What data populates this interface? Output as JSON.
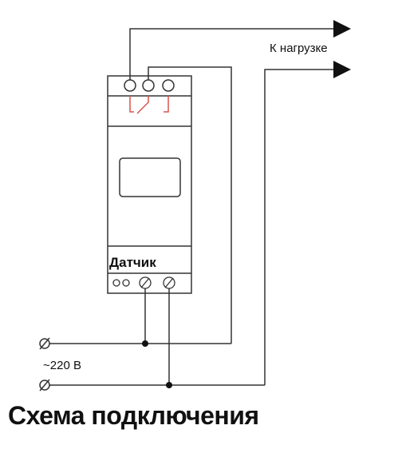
{
  "diagram": {
    "load_label": "К нагрузке",
    "sensor_label": "Датчик",
    "voltage_label": "~220 В",
    "title": "Схема подключения"
  },
  "colors": {
    "line": "#333333",
    "relay_contact": "#d9534f",
    "background": "#ffffff"
  }
}
